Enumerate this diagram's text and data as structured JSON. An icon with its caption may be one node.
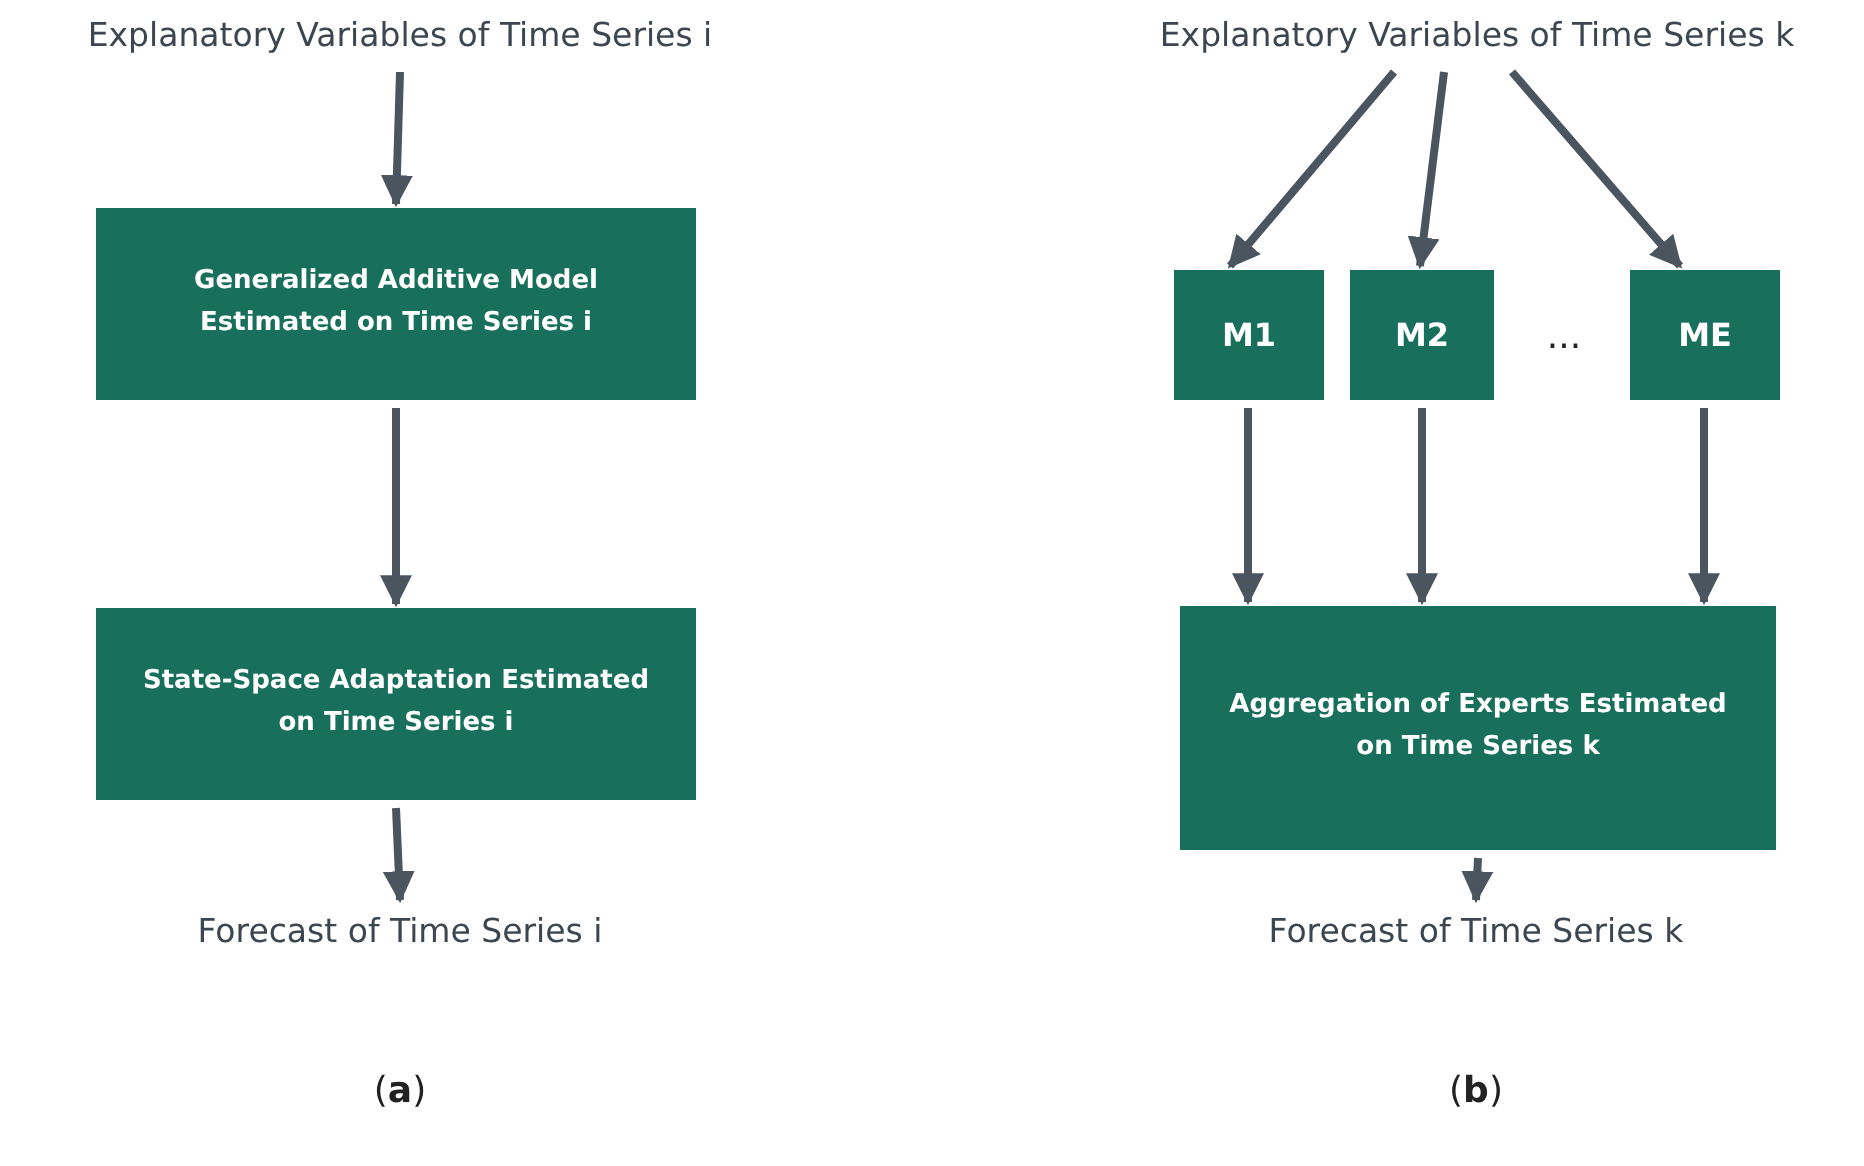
{
  "diagram": {
    "nodes": [
      {
        "text": [
          "Explanatory Variables of Time Series i"
        ]
      },
      {
        "text": [
          "Generalized Additive Model Estimated on Time Series i"
        ]
      },
      {
        "text": [
          "State-Space Adaptation Estimated on Time Series i"
        ]
      },
      {
        "text": [
          "Forecast of Time Series i"
        ]
      },
      {
        "text": [
          "Explanatory Variables of Time Series k"
        ]
      },
      {
        "text": [
          "M1"
        ]
      },
      {
        "text": [
          "M2"
        ]
      },
      {
        "text": [
          "ME"
        ]
      },
      {
        "text": [
          "Aggregation of Experts Estimated on Time Series k"
        ]
      },
      {
        "text": [
          "Forecast of Time Series k"
        ]
      }
    ],
    "edges": [
      {
        "from": 0,
        "to": 1,
        "arrow": "to"
      },
      {
        "from": 1,
        "to": 2,
        "arrow": "to"
      },
      {
        "from": 2,
        "to": 3,
        "arrow": "to"
      },
      {
        "from": 4,
        "to": 5,
        "arrow": "to"
      },
      {
        "from": 4,
        "to": 6,
        "arrow": "to"
      },
      {
        "from": 4,
        "to": 7,
        "arrow": "to"
      },
      {
        "from": 5,
        "to": 8,
        "arrow": "to"
      },
      {
        "from": 6,
        "to": 8,
        "arrow": "to"
      },
      {
        "from": 7,
        "to": 8,
        "arrow": "to"
      },
      {
        "from": 8,
        "to": 9,
        "arrow": "to"
      }
    ],
    "labels": [
      "...",
      "(**a**)",
      "(**b**)"
    ]
  }
}
